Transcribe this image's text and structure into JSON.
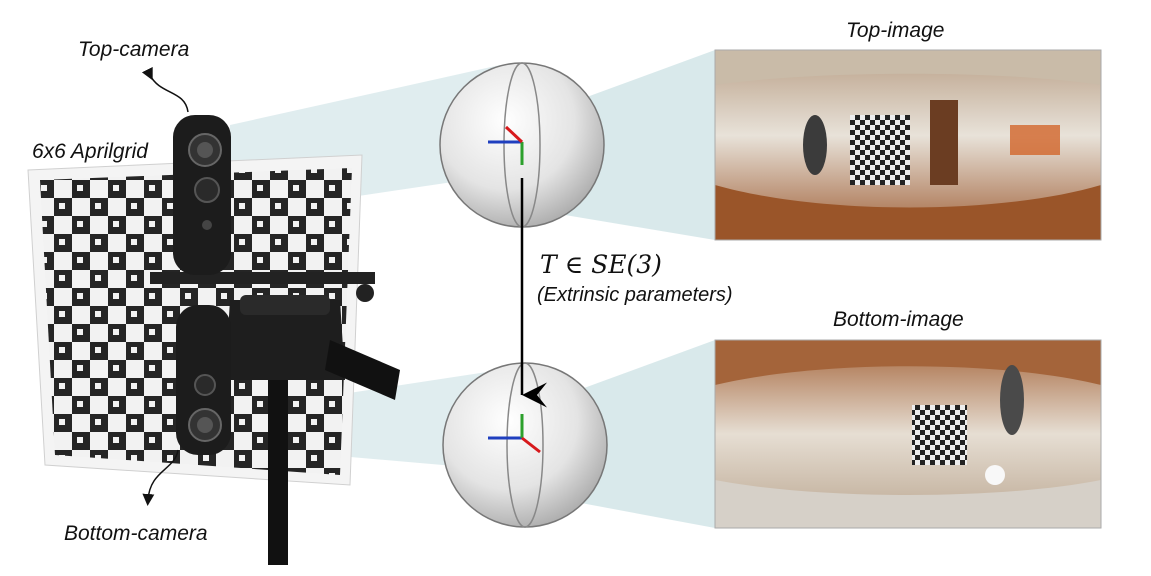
{
  "labels": {
    "top_camera": "Top-camera",
    "bottom_camera": "Bottom-camera",
    "aprilgrid": "6x6 Aprilgrid",
    "top_image": "Top-image",
    "bottom_image": "Bottom-image",
    "transform": "T ∈ SE(3)",
    "extrinsic": "(Extrinsic parameters)"
  },
  "colors": {
    "axis_x": "#d7191c",
    "axis_y": "#2ca02c",
    "axis_z": "#1f3fbf",
    "beam": "#cfe3e6",
    "grid_dark": "#1a1a1a",
    "camera_body": "#1c1c1c"
  },
  "icons": {
    "camera": "dual-fisheye-camera-icon",
    "tripod": "tripod-icon"
  }
}
